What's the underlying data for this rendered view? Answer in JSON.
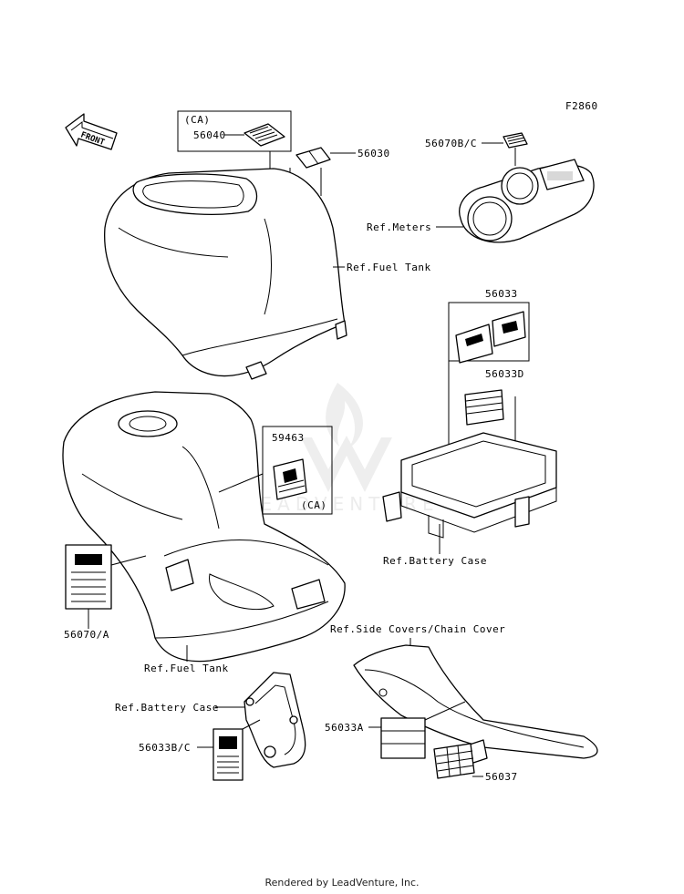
{
  "diagram_code": "F2860",
  "front_label": "FRONT",
  "watermark": "LEADVENTURE",
  "labels": {
    "ca_top": "(CA)",
    "p56040": "56040",
    "p56030": "56030",
    "p56070bc": "56070B/C",
    "ref_meters": "Ref.Meters",
    "ref_fuel_tank_upper": "Ref.Fuel Tank",
    "p56033": "56033",
    "p56033d": "56033D",
    "p59463": "59463",
    "ca_mid": "(CA)",
    "ref_battery_case_right": "Ref.Battery Case",
    "p56070a": "56070/A",
    "ref_side_covers": "Ref.Side Covers/Chain Cover",
    "ref_fuel_tank_lower": "Ref.Fuel Tank",
    "ref_battery_case_left": "Ref.Battery Case",
    "p56033bc": "56033B/C",
    "p56033a": "56033A",
    "p56037": "56037"
  },
  "footer": "Rendered by LeadVenture, Inc."
}
